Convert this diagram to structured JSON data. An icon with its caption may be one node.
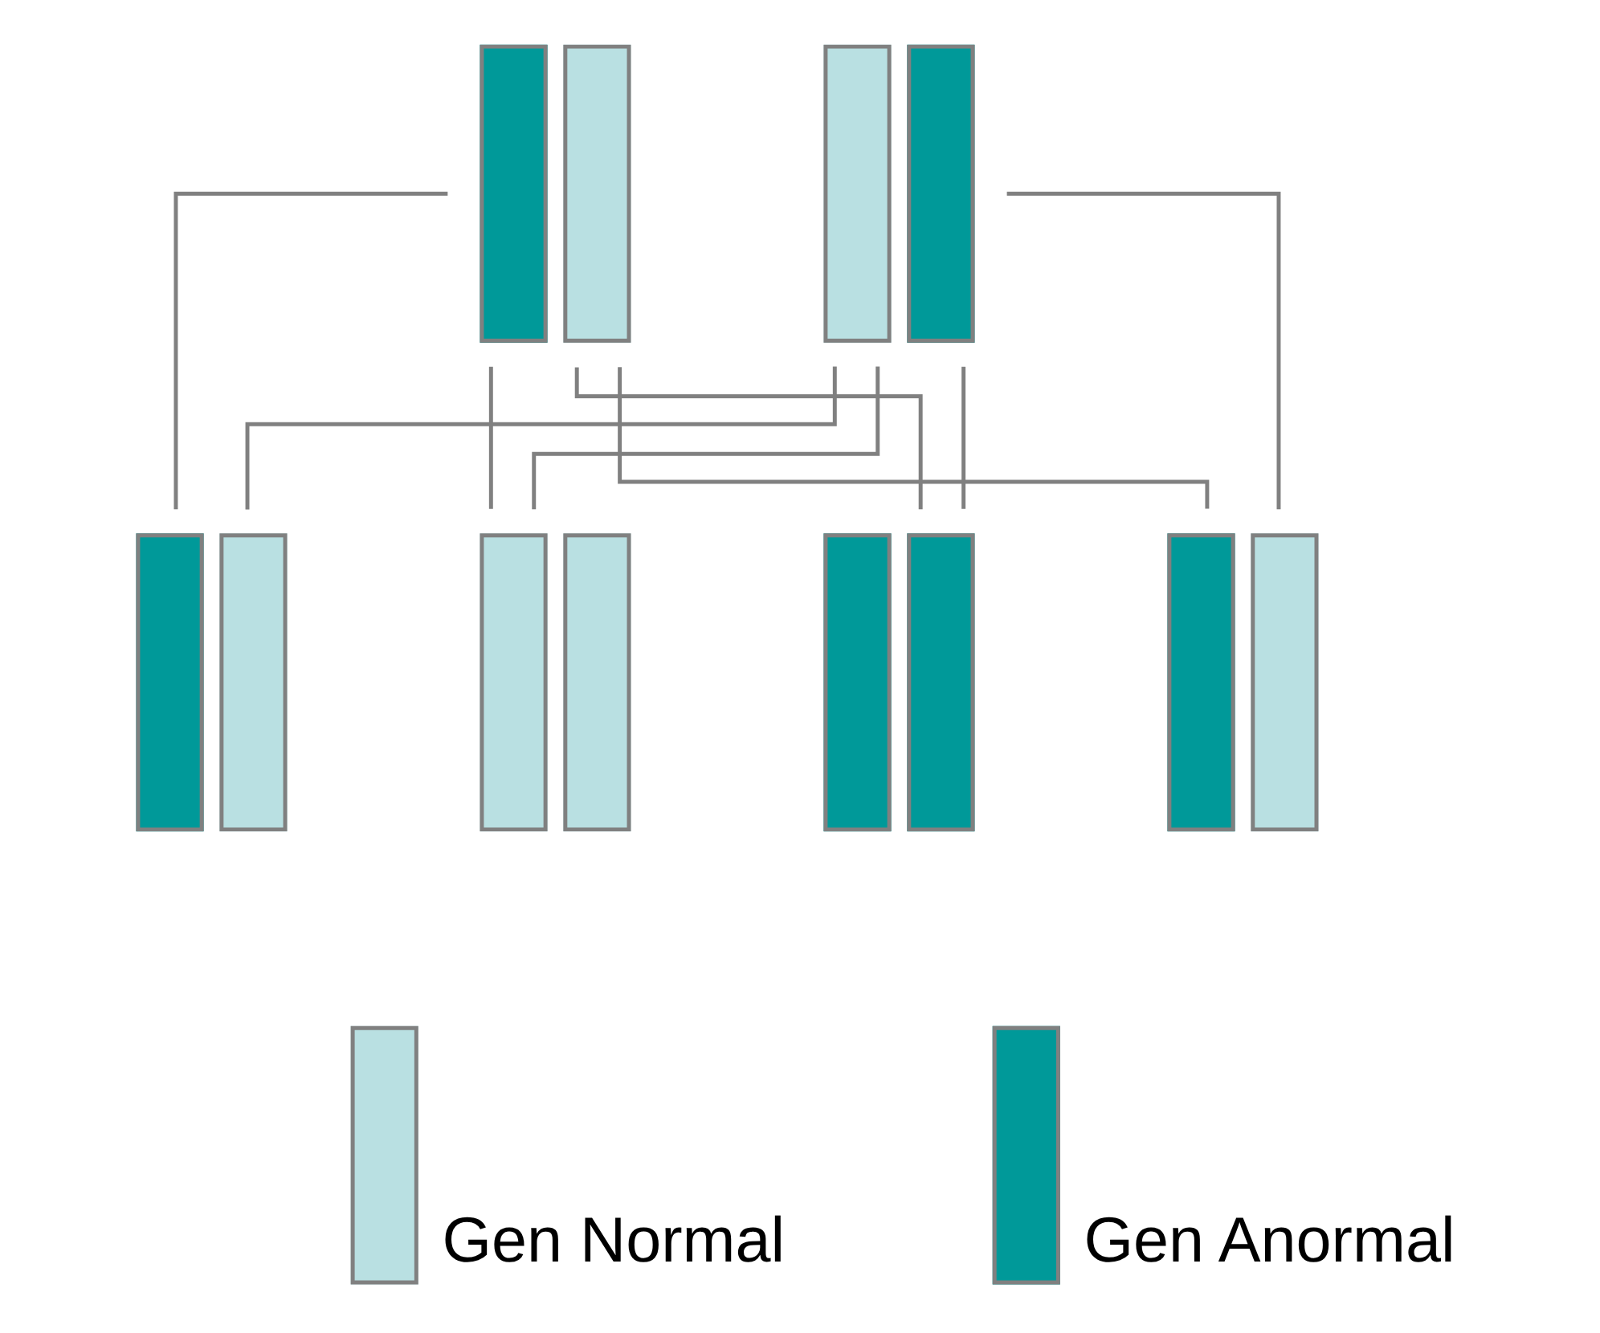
{
  "diagram": {
    "nodes": [
      {
        "text": [],
        "shape": "bar"
      },
      {
        "text": [],
        "shape": "bar"
      },
      {
        "text": [],
        "shape": "bar"
      },
      {
        "text": [],
        "shape": "bar"
      },
      {
        "text": [],
        "shape": "bar"
      },
      {
        "text": [],
        "shape": "bar"
      }
    ],
    "edges": [
      {
        "from": 0,
        "to": 2,
        "arrow": "none"
      },
      {
        "from": 0,
        "to": 3,
        "arrow": "none"
      },
      {
        "from": 0,
        "to": 4,
        "arrow": "none"
      },
      {
        "from": 0,
        "to": 5,
        "arrow": "none"
      },
      {
        "from": 1,
        "to": 2,
        "arrow": "none"
      },
      {
        "from": 1,
        "to": 3,
        "arrow": "none"
      },
      {
        "from": 1,
        "to": 4,
        "arrow": "none"
      },
      {
        "from": 1,
        "to": 5,
        "arrow": "none"
      }
    ],
    "legend": [
      {
        "text": "Gen Normal",
        "color": "#b9e0e2"
      },
      {
        "text": "Gen Anormal",
        "color": "#009999"
      }
    ]
  }
}
